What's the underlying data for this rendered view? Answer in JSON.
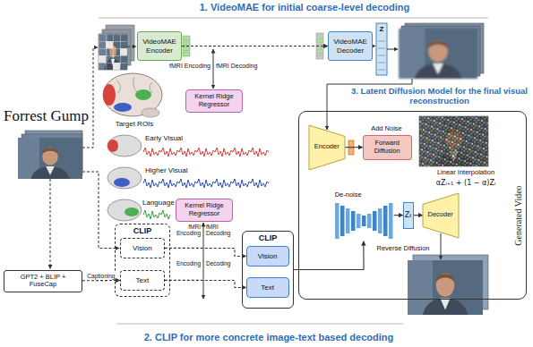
{
  "diagram": {
    "nodes": [
      {
        "text": [
          "VideoMAE Encoder"
        ]
      },
      {
        "text": [
          "VideoMAE Decoder"
        ]
      },
      {
        "text": [
          "Kernel Ridge Regressor"
        ]
      },
      {
        "text": [
          "3. Latent Diffusion Model for the final visual reconstruction",
          "Generated Video"
        ]
      },
      {
        "text": [
          "Encoder"
        ],
        "in": 3
      },
      {
        "text": [
          "Forward Diffusion"
        ],
        "in": 3
      },
      {
        "text": [
          "De-noise"
        ],
        "in": 3
      },
      {
        "text": [
          "Zₜ"
        ],
        "in": 3
      },
      {
        "text": [
          "Decoder"
        ],
        "in": 3
      },
      {
        "text": [
          "GPT2 + BLIP + FuseCap"
        ]
      },
      {
        "text": [
          "CLIP"
        ]
      },
      {
        "text": [
          "Vision"
        ],
        "in": 10
      },
      {
        "text": [
          "Text"
        ],
        "in": 10
      },
      {
        "text": [
          "CLIP"
        ]
      },
      {
        "text": [
          "Vision"
        ],
        "in": 13
      },
      {
        "text": [
          "Text"
        ],
        "in": 13
      },
      {
        "text": [
          "Kernel Ridge Regressor"
        ]
      }
    ],
    "edges": [
      {
        "from": 0,
        "to": 1,
        "arrow": "to"
      },
      {
        "from": 4,
        "to": 5,
        "arrow": "to"
      },
      {
        "from": 6,
        "to": 7,
        "arrow": "to"
      },
      {
        "from": 7,
        "to": 8,
        "arrow": "to"
      },
      {
        "from": 9,
        "to": 12,
        "arrow": "to",
        "label": "Captioning"
      },
      {
        "from": 11,
        "to": 14,
        "arrow": "to"
      },
      {
        "from": 12,
        "to": 15,
        "arrow": "to"
      },
      {
        "from": 13,
        "to": 6,
        "arrow": "to"
      }
    ],
    "labels": [
      "1. VideoMAE for initial coarse-level decoding",
      "fMRI Encoding",
      "fMRI Decoding",
      "Z",
      "Target ROIs",
      "Forrest Gump",
      "Early Visual",
      "Higher Visual",
      "Language",
      "fMRI Encoding",
      "fMRI Decoding",
      "Encoding",
      "Decoding",
      "Add Noise",
      "Linear Interpolation",
      "αZᵢ₊₁ + (1 − α)Zᵢ",
      "Reverse Diffusion",
      "2. CLIP for more concrete image-text based decoding"
    ]
  }
}
